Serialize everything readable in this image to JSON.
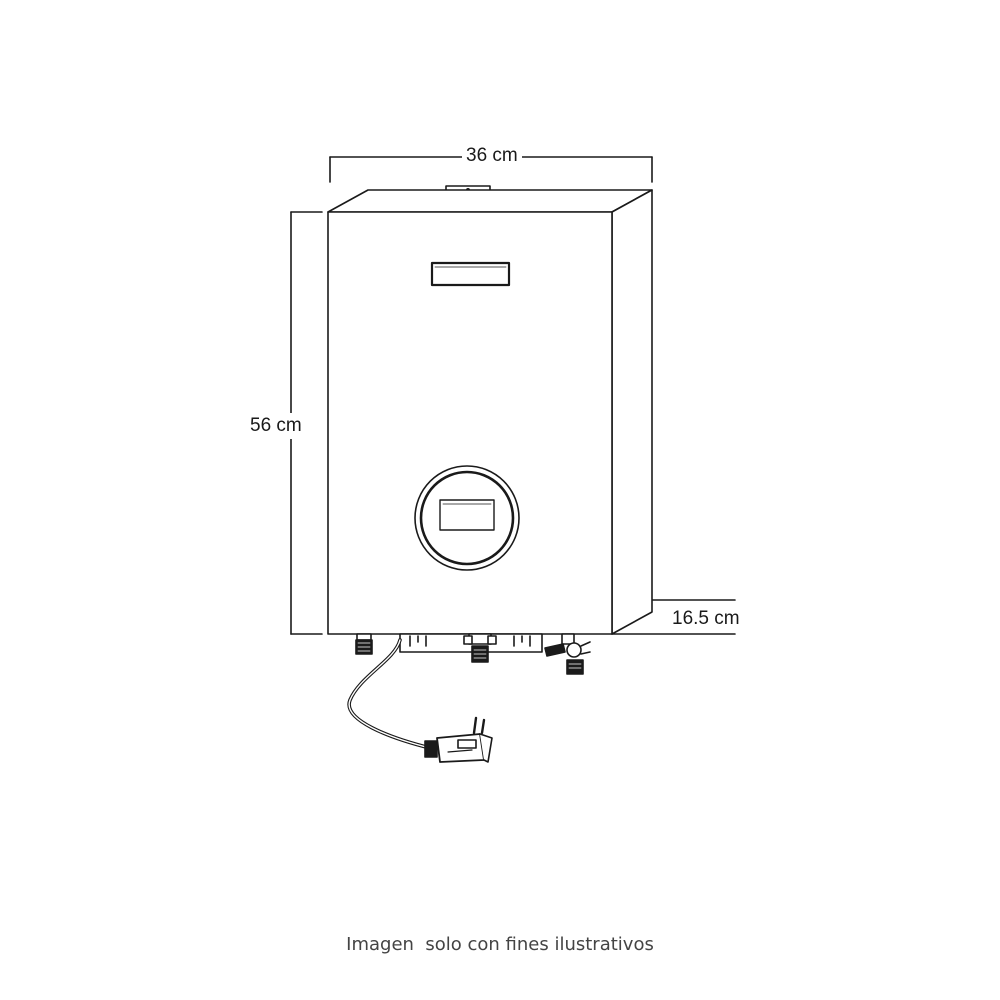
{
  "dimensions": {
    "width": "36 cm",
    "height": "56 cm",
    "depth": "16.5 cm"
  },
  "caption": "Imagen  solo con fines ilustrativos",
  "colors": {
    "line": "#1a1a1a",
    "background": "#ffffff",
    "caption": "#444444"
  }
}
